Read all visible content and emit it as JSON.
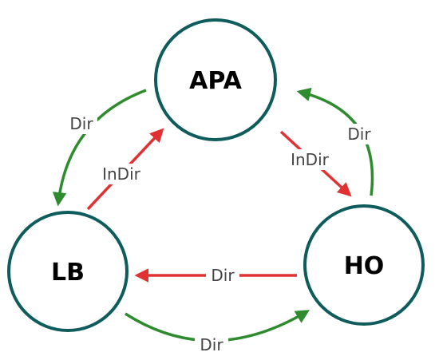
{
  "colors": {
    "node_stroke": "#0f5c5c",
    "edge_direct_green": "#2e8b2e",
    "edge_red": "#e03232"
  },
  "nodes": [
    {
      "id": "apa",
      "label": "APA"
    },
    {
      "id": "lb",
      "label": "LB"
    },
    {
      "id": "ho",
      "label": "HO"
    }
  ],
  "edges": [
    {
      "id": "apa-lb",
      "from": "APA",
      "to": "LB",
      "label": "Dir",
      "color": "#2e8b2e"
    },
    {
      "id": "lb-apa",
      "from": "LB",
      "to": "APA",
      "label": "InDir",
      "color": "#e03232"
    },
    {
      "id": "apa-ho",
      "from": "APA",
      "to": "HO",
      "label": "InDir",
      "color": "#e03232"
    },
    {
      "id": "ho-apa",
      "from": "HO",
      "to": "APA",
      "label": "Dir",
      "color": "#2e8b2e"
    },
    {
      "id": "ho-lb",
      "from": "HO",
      "to": "LB",
      "label": "Dir",
      "color": "#e03232"
    },
    {
      "id": "lb-ho",
      "from": "LB",
      "to": "HO",
      "label": "Dir",
      "color": "#2e8b2e"
    }
  ]
}
